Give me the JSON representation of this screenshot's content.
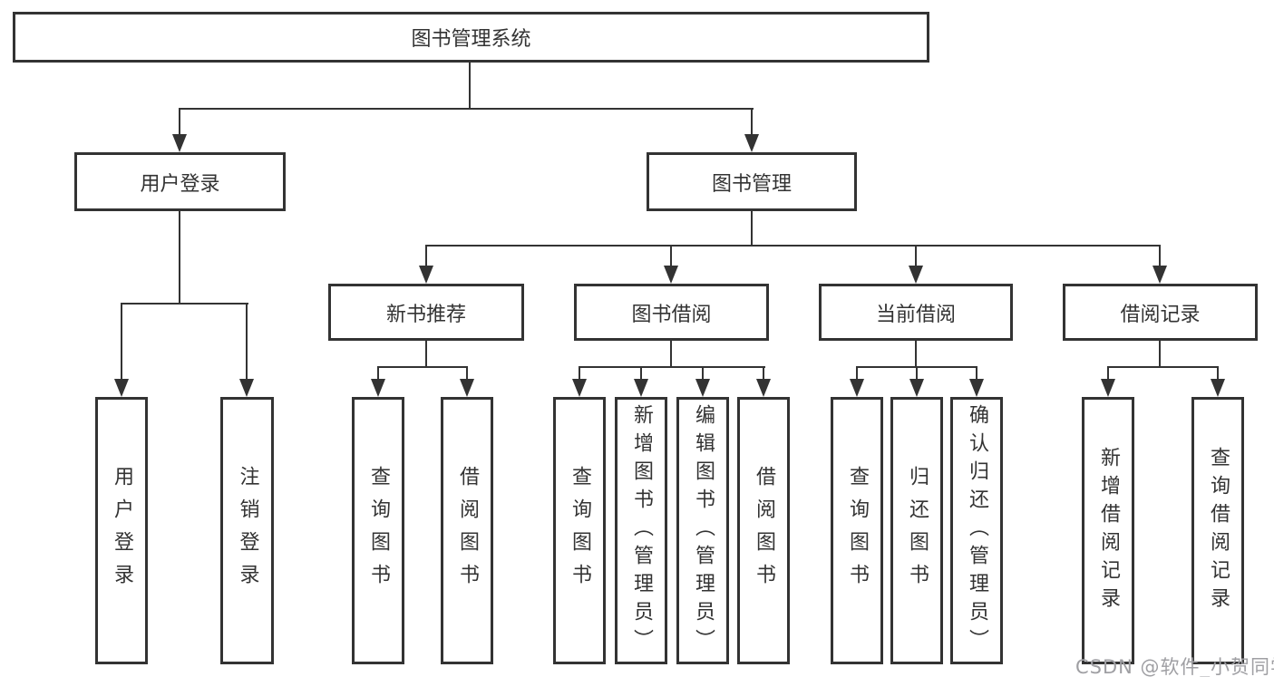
{
  "diagram": {
    "tree": {
      "label": "图书管理系统",
      "children": [
        {
          "label": "用户登录",
          "children": [
            {
              "label": "用户登录"
            },
            {
              "label": "注销登录"
            }
          ]
        },
        {
          "label": "图书管理",
          "children": [
            {
              "label": "新书推荐",
              "children": [
                {
                  "label": "查询图书"
                },
                {
                  "label": "借阅图书"
                }
              ]
            },
            {
              "label": "图书借阅",
              "children": [
                {
                  "label": "查询图书"
                },
                {
                  "label": "新增图书（管理员）"
                },
                {
                  "label": "编辑图书（管理员）"
                },
                {
                  "label": "借阅图书"
                }
              ]
            },
            {
              "label": "当前借阅",
              "children": [
                {
                  "label": "查询图书"
                },
                {
                  "label": "归还图书"
                },
                {
                  "label": "确认归还（管理员）"
                }
              ]
            },
            {
              "label": "借阅记录",
              "children": [
                {
                  "label": "新增借阅记录"
                },
                {
                  "label": "查询借阅记录"
                }
              ]
            }
          ]
        }
      ]
    }
  },
  "watermark": {
    "text": "CSDN @软件_小贺同学"
  },
  "colors": {
    "line": "#333333",
    "text": "#333333",
    "box_background": "#ffffff",
    "watermark": "#9f9fa3"
  }
}
